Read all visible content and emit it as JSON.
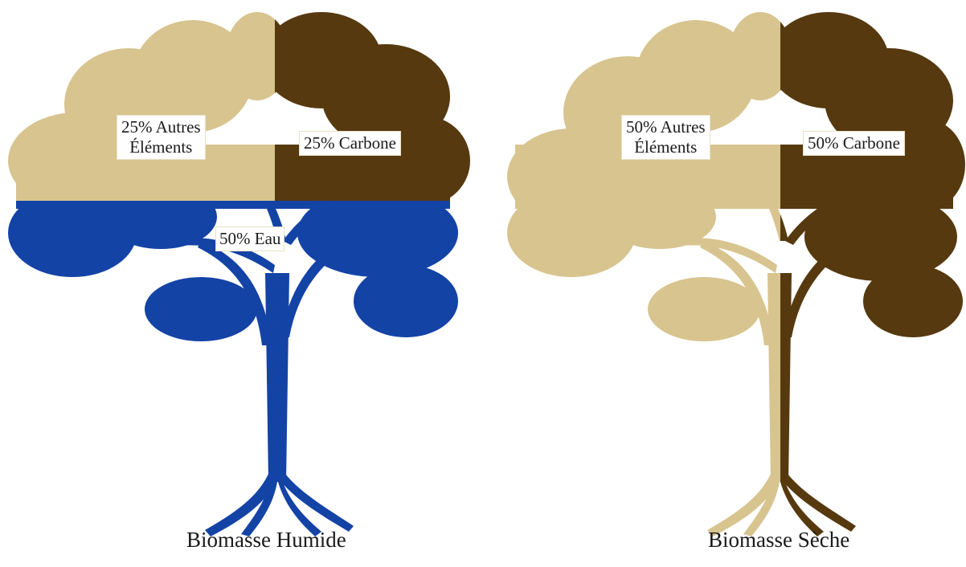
{
  "colors": {
    "other_elements": "#d8c48f",
    "carbon": "#56390f",
    "water": "#1443a6"
  },
  "wet_tree": {
    "caption": "Biomasse Humide",
    "label_other_line1": "25% Autres",
    "label_other_line2": "Éléments",
    "label_carbon": "25% Carbone",
    "label_water": "50% Eau"
  },
  "dry_tree": {
    "caption": "Biomasse Sèche",
    "label_other_line1": "50% Autres",
    "label_other_line2": "Éléments",
    "label_carbon": "50% Carbone"
  }
}
